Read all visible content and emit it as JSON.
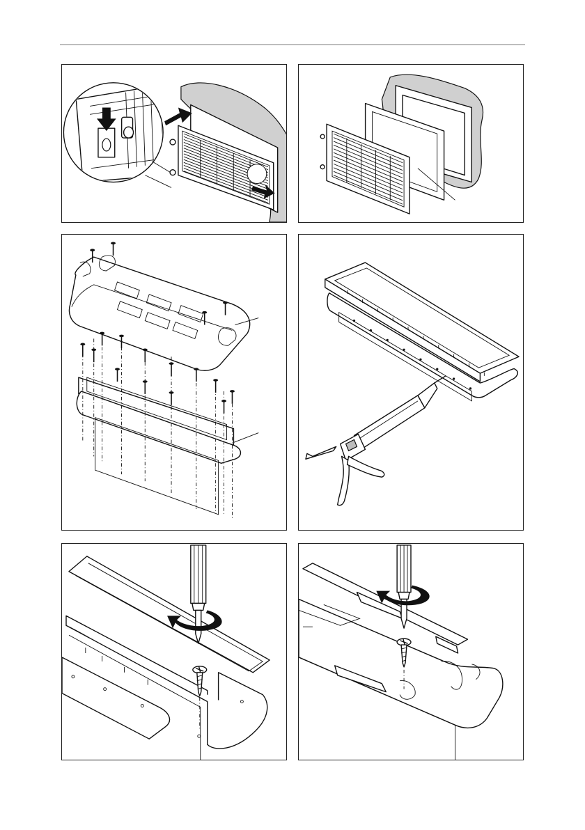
{
  "page": {
    "header_rule": "line",
    "panels": [
      {
        "id": "p1",
        "icons": [
          "grille-removal-illustration",
          "latch-detail-magnifier-icon",
          "arrow-icon"
        ]
      },
      {
        "id": "p2",
        "icons": [
          "grille-frame-exploded-illustration"
        ]
      },
      {
        "id": "p3",
        "icons": [
          "vent-cover-screws-exploded-illustration",
          "screw-icon"
        ]
      },
      {
        "id": "p4",
        "icons": [
          "sealant-gun-illustration",
          "frame-illustration"
        ]
      },
      {
        "id": "p5",
        "icons": [
          "screwdriver-icon",
          "rotate-arrow-icon",
          "screw-icon"
        ]
      },
      {
        "id": "p6",
        "icons": [
          "screwdriver-icon",
          "rotate-arrow-icon",
          "screw-icon"
        ]
      }
    ]
  },
  "colors": {
    "line": "#111111",
    "wall": "#d0d0d0",
    "rule": "#bdbdbd"
  }
}
